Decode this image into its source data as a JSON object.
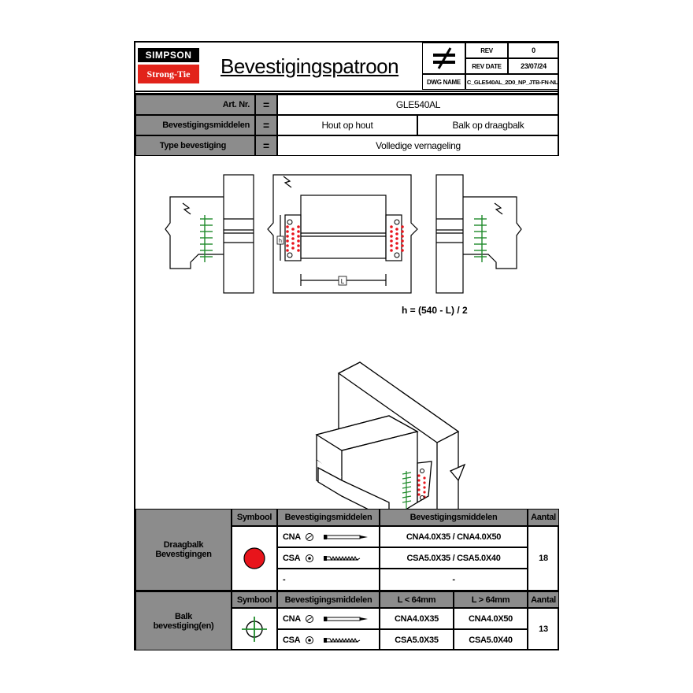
{
  "logo": {
    "top": "SIMPSON",
    "bottom": "Strong-Tie"
  },
  "title": "Bevestigingspatroon",
  "header": {
    "rev_label": "REV",
    "rev_value": "0",
    "rev_date_label": "REV DATE",
    "rev_date_value": "23/07/24",
    "dwg_label": "DWG NAME",
    "dwg_value": "C_GLE540AL_2D0_NP_JTB-FN-NL",
    "symbol_icon": "not-equal-icon"
  },
  "info": {
    "equals": "=",
    "art_label": "Art. Nr.",
    "art_value": "GLE540AL",
    "fixing_label": "Bevestigingsmiddelen",
    "fixing_value_1": "Hout op hout",
    "fixing_value_2": "Balk op draagbalk",
    "type_label": "Type bevestiging",
    "type_value": "Volledige vernageling"
  },
  "drawing": {
    "formula": "h = (540 - L) / 2",
    "dim_h": "h",
    "dim_L": "L",
    "colors": {
      "red_nail": "#e8141b",
      "green_nail": "#1e8a2a"
    }
  },
  "table1": {
    "section_label_line1": "Draagbalk",
    "section_label_line2": "Bevestigingen",
    "col_symbol": "Symbool",
    "col_fixing": "Bevestigingsmiddelen",
    "col_fixing2": "Bevestigingsmiddelen",
    "col_count": "Aantal",
    "rows": [
      {
        "type": "CNA",
        "value": "CNA4.0X35 / CNA4.0X50"
      },
      {
        "type": "CSA",
        "value": "CSA5.0X35 / CSA5.0X40"
      },
      {
        "type": "-",
        "value": "-"
      }
    ],
    "count": "18",
    "symbol_icon": "red-dot-icon"
  },
  "table2": {
    "section_label_line1": "Balk",
    "section_label_line2": "bevestiging(en)",
    "col_symbol": "Symbool",
    "col_fixing": "Bevestigingsmiddelen",
    "col_short": "L < 64mm",
    "col_long": "L > 64mm",
    "col_count": "Aantal",
    "rows": [
      {
        "type": "CNA",
        "short": "CNA4.0X35",
        "long": "CNA4.0X50"
      },
      {
        "type": "CSA",
        "short": "CSA5.0X35",
        "long": "CSA5.0X40"
      }
    ],
    "count": "13",
    "symbol_icon": "green-crosshair-icon"
  }
}
